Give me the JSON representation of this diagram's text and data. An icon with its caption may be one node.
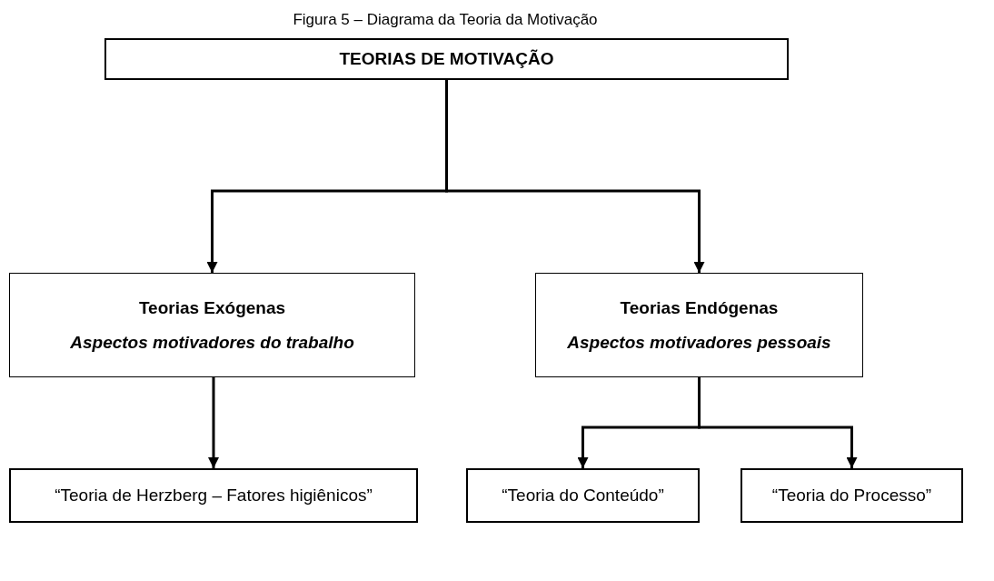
{
  "diagram": {
    "title": "Figura 5 – Diagrama da Teoria da Motivação",
    "nodes": [
      {
        "text": [
          "TEORIAS DE MOTIVAÇÃO"
        ]
      },
      {
        "text": [
          "Teorias Exógenas",
          "Aspectos motivadores do trabalho"
        ]
      },
      {
        "text": [
          "Teorias Endógenas",
          "Aspectos motivadores pessoais"
        ]
      },
      {
        "text": [
          "“Teoria de Herzberg – Fatores higiênicos”"
        ]
      },
      {
        "text": [
          "“Teoria do Conteúdo”"
        ]
      },
      {
        "text": [
          "“Teoria do Processo”"
        ]
      }
    ],
    "edges": [
      {
        "from": 0,
        "to": 1,
        "arrow": "to"
      },
      {
        "from": 0,
        "to": 2,
        "arrow": "to"
      },
      {
        "from": 1,
        "to": 3,
        "arrow": "to"
      },
      {
        "from": 2,
        "to": 4,
        "arrow": "to"
      },
      {
        "from": 2,
        "to": 5,
        "arrow": "to"
      }
    ]
  }
}
